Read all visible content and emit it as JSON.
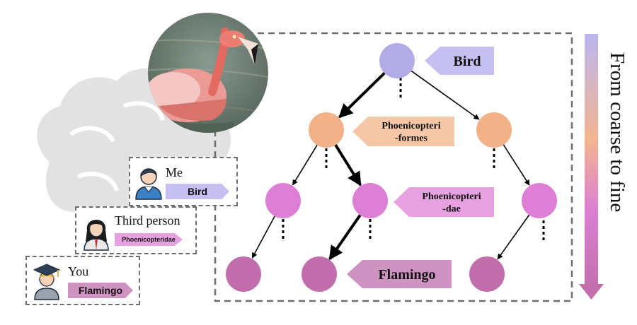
{
  "tree": {
    "levels": [
      {
        "label": "Bird",
        "node_color": "#b2ace6",
        "label_bg": "#c5c0ef"
      },
      {
        "label": "Phoenicopteri\n-formes",
        "node_color": "#f2b187",
        "label_bg": "#f6c7a6"
      },
      {
        "label": "Phoenicopteri\n-dae",
        "node_color": "#de7fd6",
        "label_bg": "#e8a1e0"
      },
      {
        "label": "Flamingo",
        "node_color": "#c26ead",
        "label_bg": "#cf93c2"
      }
    ]
  },
  "axis_label": "From coarse to fine",
  "gradient": {
    "top": "#b9b6ef",
    "mid": "#f4b48f",
    "lower": "#db7fd3",
    "bottom": "#c36fae"
  },
  "perspectives": [
    {
      "role": "Me",
      "tag": "Bird",
      "tag_color": "#c5c0ef",
      "icon": "male-user-icon"
    },
    {
      "role": "Third person",
      "tag": "Phoenicopteridae",
      "tag_color": "#e8a1e0",
      "icon": "female-user-icon"
    },
    {
      "role": "You",
      "tag": "Flamingo",
      "tag_color": "#cf93c2",
      "icon": "graduate-user-icon"
    }
  ],
  "photo_subject": "flamingo-photo",
  "background_icon": "brain-icon"
}
